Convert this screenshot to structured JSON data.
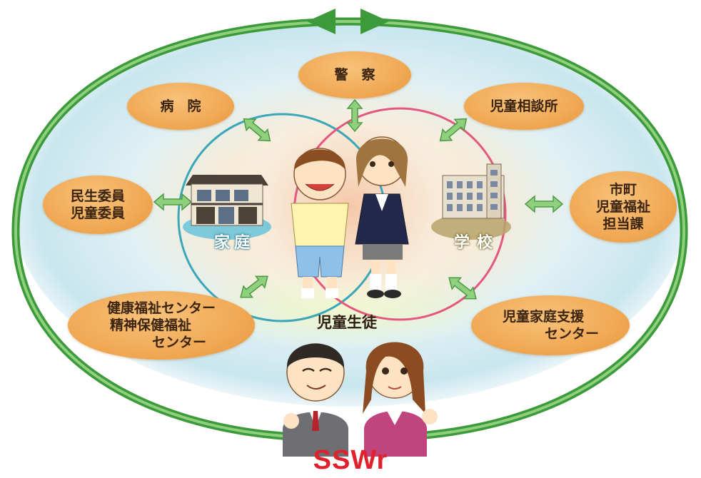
{
  "nodes": {
    "police": "警　察",
    "hospital": "病　院",
    "child_guidance": "児童相談所",
    "welfare_commissioner_line1": "民生委員",
    "welfare_commissioner_line2": "児童委員",
    "city_welfare_line1": "市町",
    "city_welfare_line2": "児童福祉",
    "city_welfare_line3": "担当課",
    "health_center_line1": "健康福祉センター",
    "health_center_line2": "精神保健福祉",
    "health_center_line3": "センター",
    "family_support_line1": "児童家庭支援",
    "family_support_line2": "センター"
  },
  "center": {
    "home": "家庭",
    "school": "学校",
    "students": "児童生徒"
  },
  "footer": {
    "sswr": "SSWr"
  },
  "colors": {
    "outer_cycle": "#3d9a3a",
    "home_circle": "#3aa6b8",
    "school_circle": "#e4577e",
    "node_fill": "#f1a955",
    "link_arrow": "#7cc46a",
    "sswr_text": "#e0202a"
  }
}
